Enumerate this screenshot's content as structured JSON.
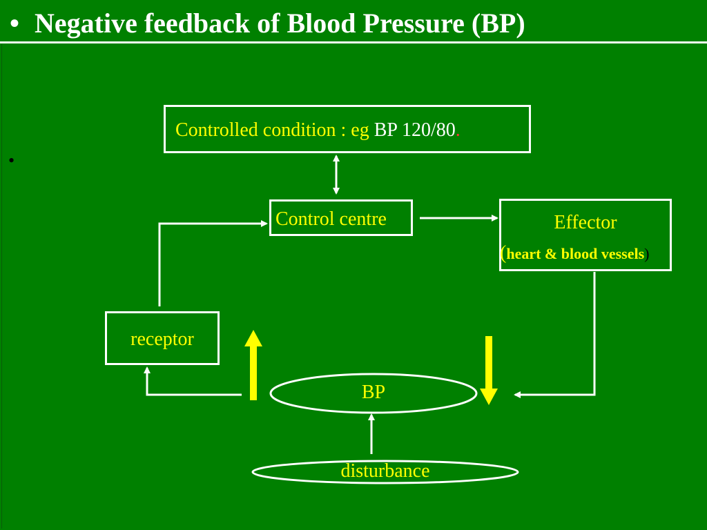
{
  "slide": {
    "title_bullet": "•",
    "title": "Negative feedback of Blood Pressure (BP)",
    "body_bullet": "•"
  },
  "diagram": {
    "controlled_condition": {
      "label": "Controlled condition : eg ",
      "value": "BP 120/80",
      "trailing": "."
    },
    "control_centre": "Control centre",
    "effector": {
      "title": "Effector",
      "open_paren": "(",
      "detail": "heart & blood vessels",
      "close_paren": ")"
    },
    "receptor": "receptor",
    "bp": "BP",
    "disturbance": "disturbance"
  },
  "colors": {
    "background": "#008000",
    "box_border": "#ffffff",
    "label_text": "#ffff00",
    "title_text": "#ffffff",
    "bp_up_arrow": "#ffff00",
    "bp_down_arrow": "#ffff00"
  },
  "icons": {
    "bp_rise": "up-arrow-icon",
    "bp_fall": "down-arrow-icon"
  }
}
